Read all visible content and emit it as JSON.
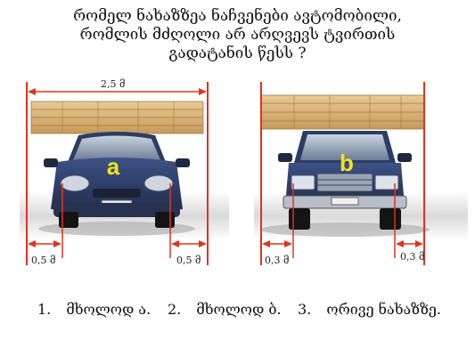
{
  "question": {
    "line1": "რომელ ნახაზზეა ნაჩვენები ავტომობილი,",
    "line2": "რომლის მძღოლი არ არღვევს ტვირთის",
    "line3": "გადატანის წესს ?"
  },
  "left_figure": {
    "car_label": "a",
    "top_width": "2,5 მ",
    "overhang_left": "0,5 მ",
    "overhang_right": "0,5 მ"
  },
  "right_figure": {
    "car_label": "b",
    "overhang_left": "0,3 მ",
    "overhang_right": "0,3 მ"
  },
  "answers": [
    {
      "num": "1.",
      "text": "მხოლოდ ა."
    },
    {
      "num": "2.",
      "text": "მხოლოდ ბ."
    },
    {
      "num": "3.",
      "text": "ორივე ნახაზზე."
    }
  ],
  "colors": {
    "dimension": "#e3321c",
    "car_body": "#2e4068",
    "lumber": "#d8b07a",
    "label": "#f2e21a"
  }
}
